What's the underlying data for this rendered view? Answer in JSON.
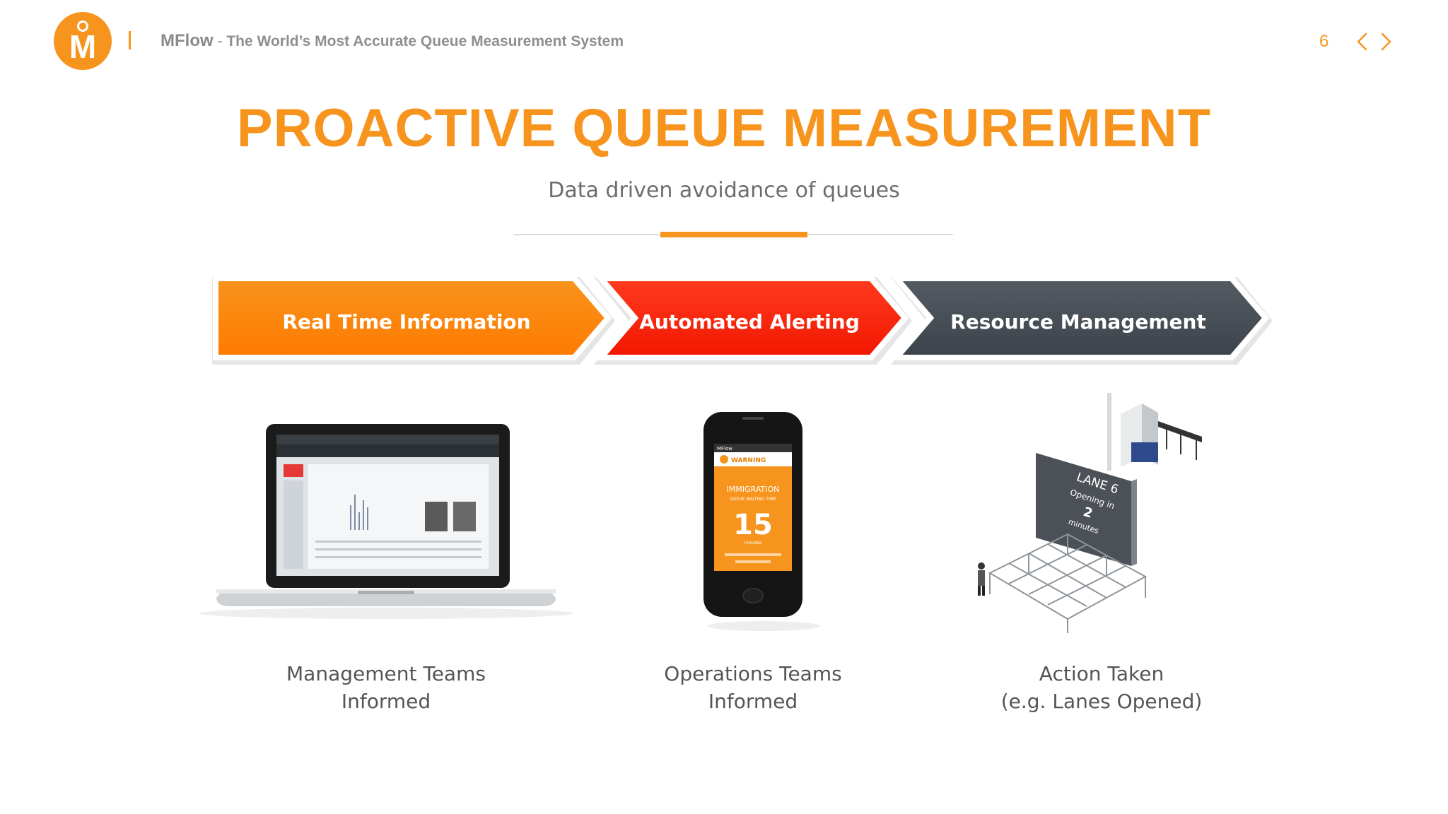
{
  "header": {
    "logo_letter": "M",
    "brand_name": "MFlow",
    "brand_dash": " - ",
    "brand_tagline": "The World’s Most Accurate Queue Measurement System",
    "page_number": "6"
  },
  "slide": {
    "title": "PROACTIVE QUEUE MEASUREMENT",
    "subtitle": "Data driven avoidance of queues"
  },
  "steps": [
    {
      "label": "Real Time Information",
      "color": "#f7941d"
    },
    {
      "label": "Automated Alerting",
      "color": "#ff2a00"
    },
    {
      "label": "Resource Management",
      "color": "#444b53"
    }
  ],
  "outcomes": [
    {
      "line1": "Management Teams",
      "line2": "Informed",
      "icon": "laptop-icon"
    },
    {
      "line1": "Operations Teams",
      "line2": "Informed",
      "icon": "smartphone-icon"
    },
    {
      "line1": "Action Taken",
      "line2": "(e.g. Lanes Opened)",
      "icon": "queue-lanes-icon"
    }
  ],
  "phone_screen": {
    "app_label": "MFlow",
    "alert_label": "WARNING",
    "heading": "IMMIGRATION",
    "subheading": "QUEUE WAITING TIME",
    "value": "15",
    "unit": "minutes"
  },
  "lane_sign": {
    "line1": "LANE 6",
    "line2": "Opening in",
    "line3": "2",
    "line4": "minutes"
  },
  "colors": {
    "accent": "#f7941d",
    "alert": "#ff2a00",
    "dark": "#444b53",
    "text_gray": "#6d6d6d"
  }
}
